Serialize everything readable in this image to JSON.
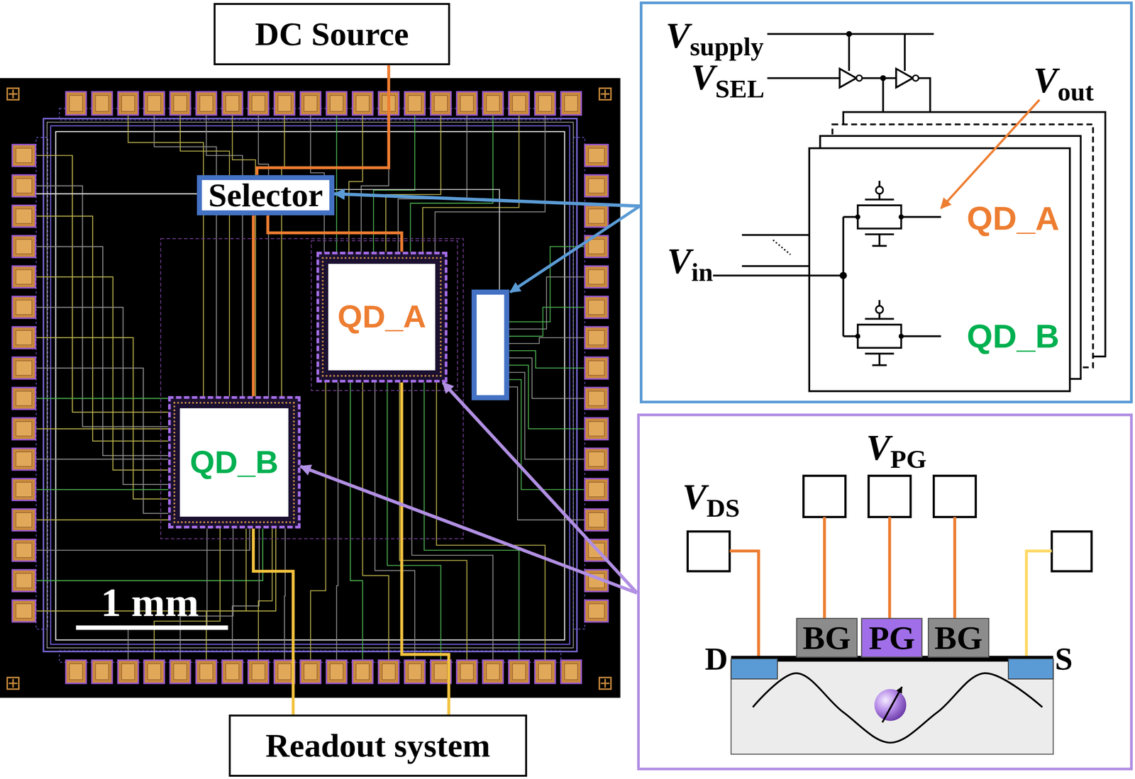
{
  "diagram": {
    "nodes": [
      {
        "text": [
          "DC Source"
        ]
      },
      {
        "text": [
          "Selector"
        ]
      },
      {
        "text": [
          "QD_A"
        ]
      },
      {
        "text": [
          "QD_B"
        ]
      },
      {
        "text": [
          "Readout system"
        ]
      },
      {
        "text": [
          "Vsupply",
          "VSEL",
          "Vout",
          "Vin",
          "QD_A",
          "QD_B"
        ]
      },
      {
        "text": [
          "VDS",
          "VPG",
          "D",
          "S"
        ]
      },
      {
        "text": [
          "BG"
        ],
        "in": 6
      },
      {
        "text": [
          "PG"
        ],
        "in": 6
      },
      {
        "text": [
          "BG"
        ],
        "in": 6
      }
    ],
    "edges": [
      {
        "from": 0,
        "to": 1,
        "arrow": "none"
      },
      {
        "from": 1,
        "to": 2,
        "arrow": "none"
      },
      {
        "from": 1,
        "to": 3,
        "arrow": "none"
      },
      {
        "from": 2,
        "to": 4,
        "arrow": "none"
      },
      {
        "from": 3,
        "to": 4,
        "arrow": "none"
      },
      {
        "from": 5,
        "to": 1,
        "arrow": "to"
      },
      {
        "from": 6,
        "to": 2,
        "arrow": "to"
      },
      {
        "from": 6,
        "to": 3,
        "arrow": "to"
      }
    ],
    "labels": [
      "1 mm"
    ]
  }
}
